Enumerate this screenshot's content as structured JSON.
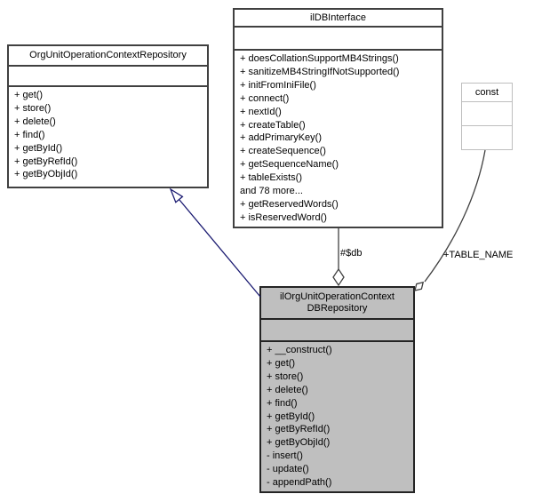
{
  "diagram": {
    "classes": {
      "repository_interface": {
        "name": "OrgUnitOperationContextRepository",
        "methods": [
          "+ get()",
          "+ store()",
          "+ delete()",
          "+ find()",
          "+ getById()",
          "+ getByRefId()",
          "+ getByObjId()"
        ]
      },
      "db_interface": {
        "name": "ilDBInterface",
        "methods": [
          "+ doesCollationSupportMB4Strings()",
          "+ sanitizeMB4StringIfNotSupported()",
          "+ initFromIniFile()",
          "+ connect()",
          "+ nextId()",
          "+ createTable()",
          "+ addPrimaryKey()",
          "+ createSequence()",
          "+ getSequenceName()",
          "+ tableExists()",
          "and 78 more...",
          "+ getReservedWords()",
          "+ isReservedWord()"
        ]
      },
      "const_node": {
        "name": "const"
      },
      "main_class": {
        "name": "ilOrgUnitOperationContext DBRepository",
        "methods": [
          "+ __construct()",
          "+ get()",
          "+ store()",
          "+ delete()",
          "+ find()",
          "+ getById()",
          "+ getByRefId()",
          "+ getByObjId()",
          "- insert()",
          "- update()",
          "- appendPath()"
        ]
      }
    },
    "edges": {
      "aggregation_db": {
        "label": "#$db"
      },
      "aggregation_table_name": {
        "label": "+TABLE_NAME"
      }
    },
    "colors": {
      "highlight_fill": "#bfbfbf",
      "inheritance_edge": "#191970",
      "edge": "#404040",
      "box_border": "#404040",
      "const_border": "#bebebe"
    }
  }
}
